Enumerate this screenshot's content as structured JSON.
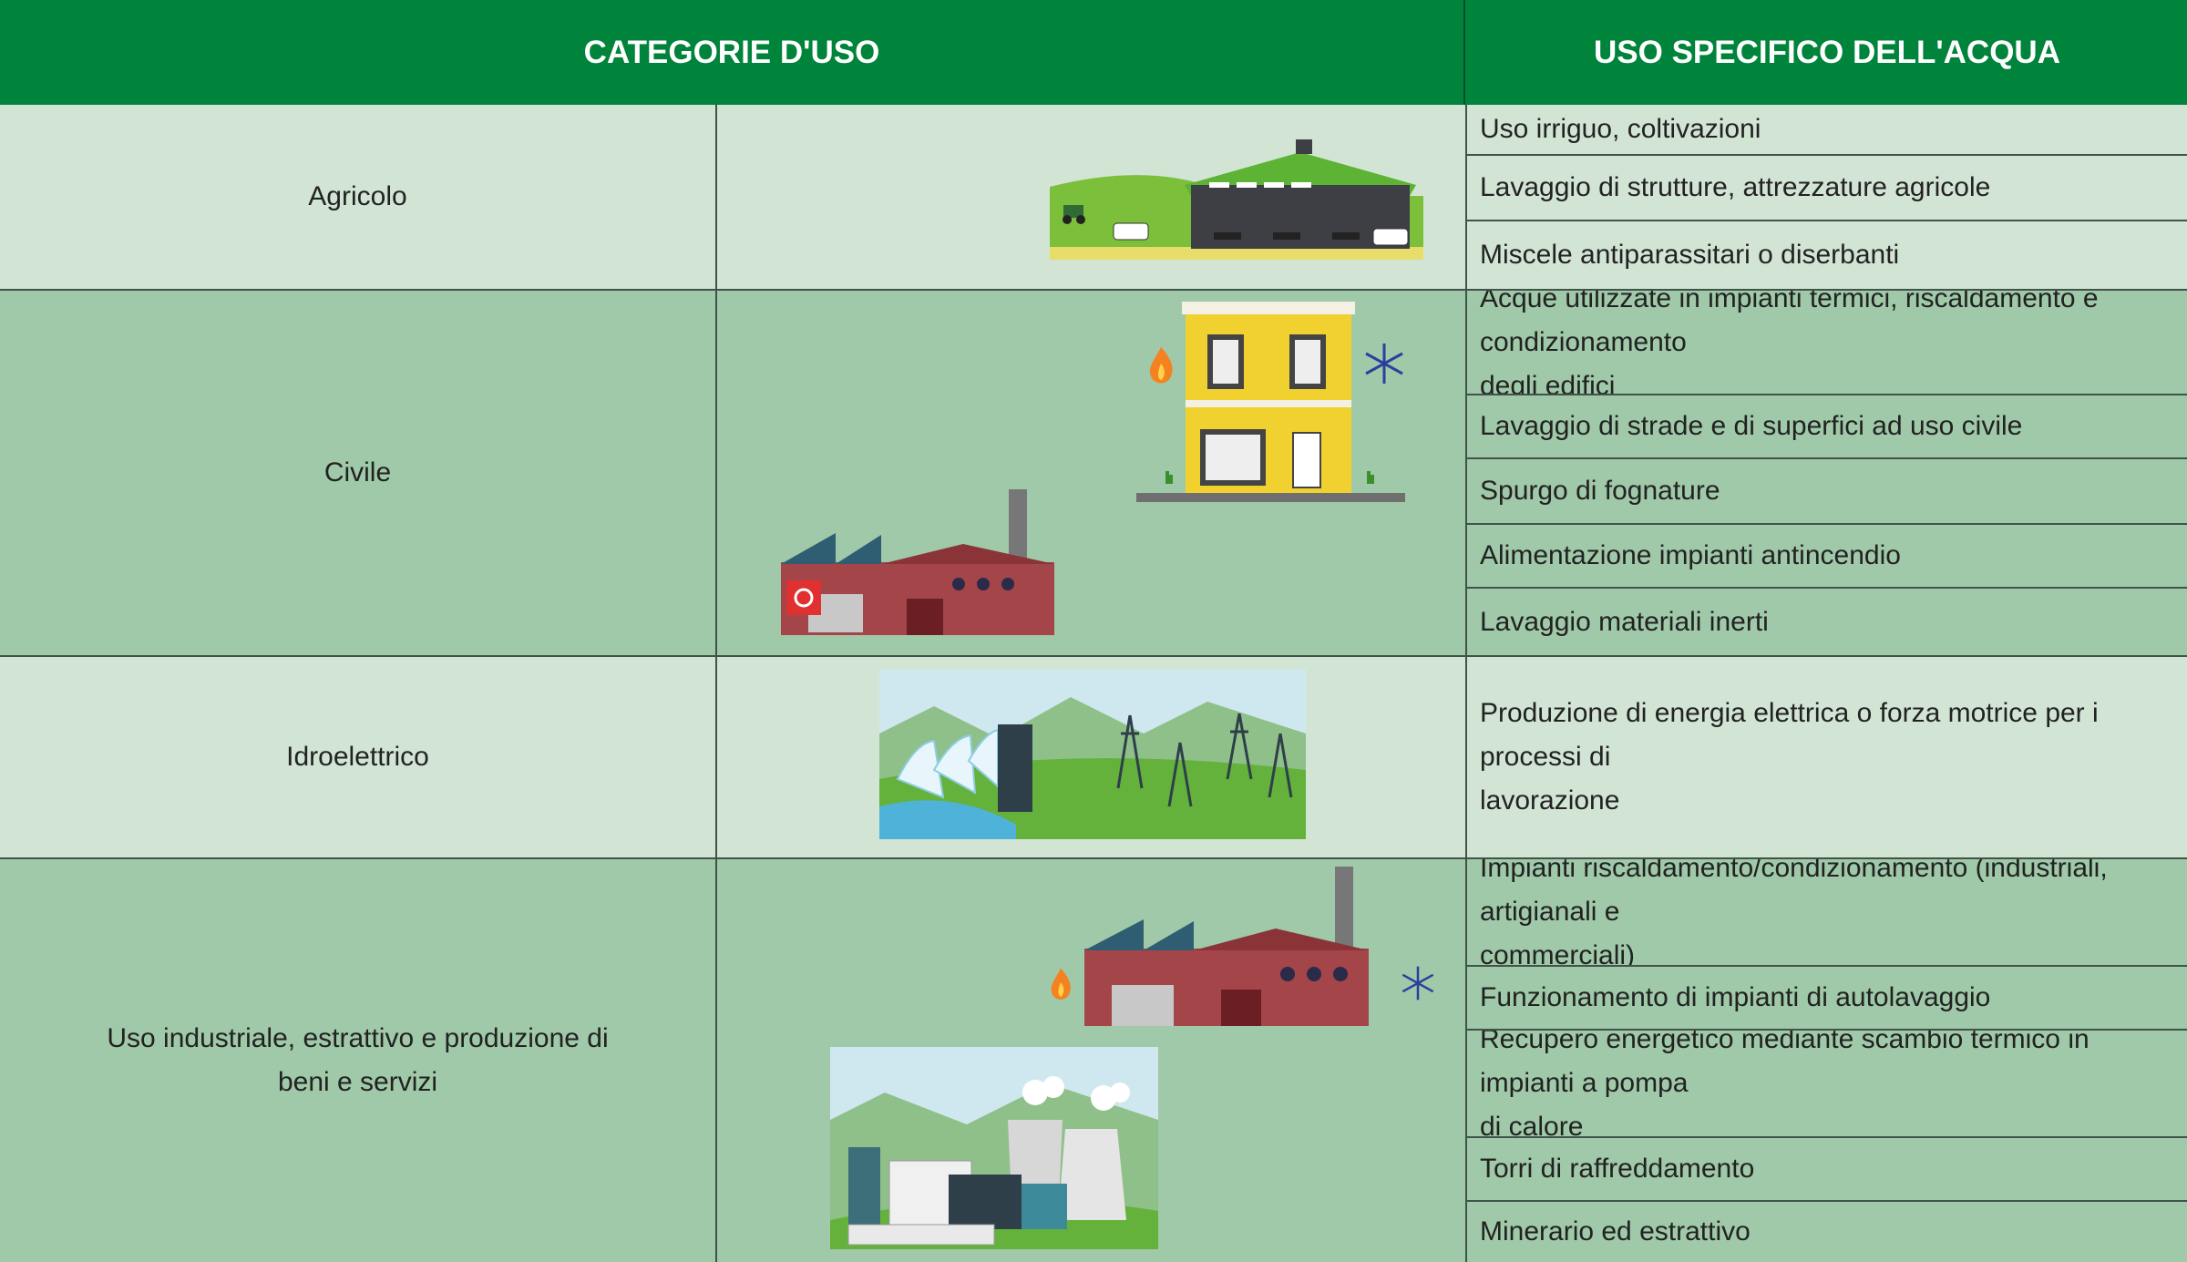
{
  "header": {
    "left": "CATEGORIE D'USO",
    "right": "USO SPECIFICO DELL'ACQUA"
  },
  "categories": [
    {
      "label": "Agricolo"
    },
    {
      "label": "Civile"
    },
    {
      "label": "Idroelettrico"
    },
    {
      "label": "Uso industriale, estrattivo e produzione di\nbeni e servizi"
    }
  ],
  "uses": [
    "Uso irriguo, coltivazioni",
    "Lavaggio di strutture, attrezzature agricole",
    "Miscele antiparassitari o diserbanti",
    "Acque utilizzate in impianti termici, riscaldamento e condizionamento\ndegli edifici",
    "Lavaggio di strade e di superfici ad uso civile",
    "Spurgo di fognature",
    "Alimentazione impianti antincendio",
    "Lavaggio materiali inerti",
    "Produzione di energia elettrica o forza motrice per i processi di\nlavorazione",
    "Impianti riscaldamento/condizionamento (industriali, artigianali e\ncommerciali)",
    "Funzionamento di impianti di autolavaggio",
    "Recupero energetico mediante scambio termico in impianti a pompa\ndi calore",
    "Torri di raffreddamento",
    "Minerario ed estrattivo"
  ],
  "icons": {
    "farm": "farm-barn-illustration",
    "house": "yellow-house-illustration",
    "factory": "brick-factory-illustration",
    "dam": "hydroelectric-dam-illustration",
    "plant": "power-plant-illustration",
    "fire": "flame-icon",
    "snow": "snowflake-icon",
    "extinguisher": "fire-hose-sign-icon"
  }
}
